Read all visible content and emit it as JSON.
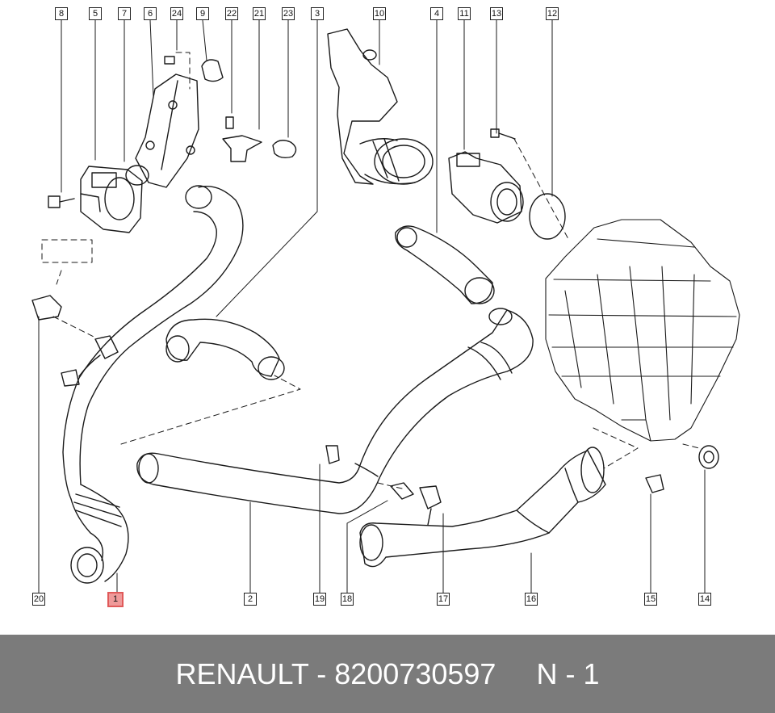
{
  "diagram": {
    "callouts": [
      {
        "id": "c8",
        "label": "8"
      },
      {
        "id": "c5",
        "label": "5"
      },
      {
        "id": "c7",
        "label": "7"
      },
      {
        "id": "c6",
        "label": "6"
      },
      {
        "id": "c24",
        "label": "24"
      },
      {
        "id": "c9",
        "label": "9"
      },
      {
        "id": "c22",
        "label": "22"
      },
      {
        "id": "c21",
        "label": "21"
      },
      {
        "id": "c23",
        "label": "23"
      },
      {
        "id": "c3",
        "label": "3"
      },
      {
        "id": "c10",
        "label": "10"
      },
      {
        "id": "c4",
        "label": "4"
      },
      {
        "id": "c11",
        "label": "11"
      },
      {
        "id": "c13",
        "label": "13"
      },
      {
        "id": "c12",
        "label": "12"
      },
      {
        "id": "c20",
        "label": "20"
      },
      {
        "id": "c1",
        "label": "1",
        "highlighted": true
      },
      {
        "id": "c2",
        "label": "2"
      },
      {
        "id": "c19",
        "label": "19"
      },
      {
        "id": "c18",
        "label": "18"
      },
      {
        "id": "c17",
        "label": "17"
      },
      {
        "id": "c16",
        "label": "16"
      },
      {
        "id": "c15",
        "label": "15"
      },
      {
        "id": "c14",
        "label": "14"
      }
    ],
    "highlight_color": "#ef9a9a"
  },
  "footer": {
    "brand": "RENAULT",
    "part_number": "8200730597",
    "position": "N - 1",
    "text": "RENAULT - 8200730597     N - 1",
    "background": "#7b7b7b"
  }
}
